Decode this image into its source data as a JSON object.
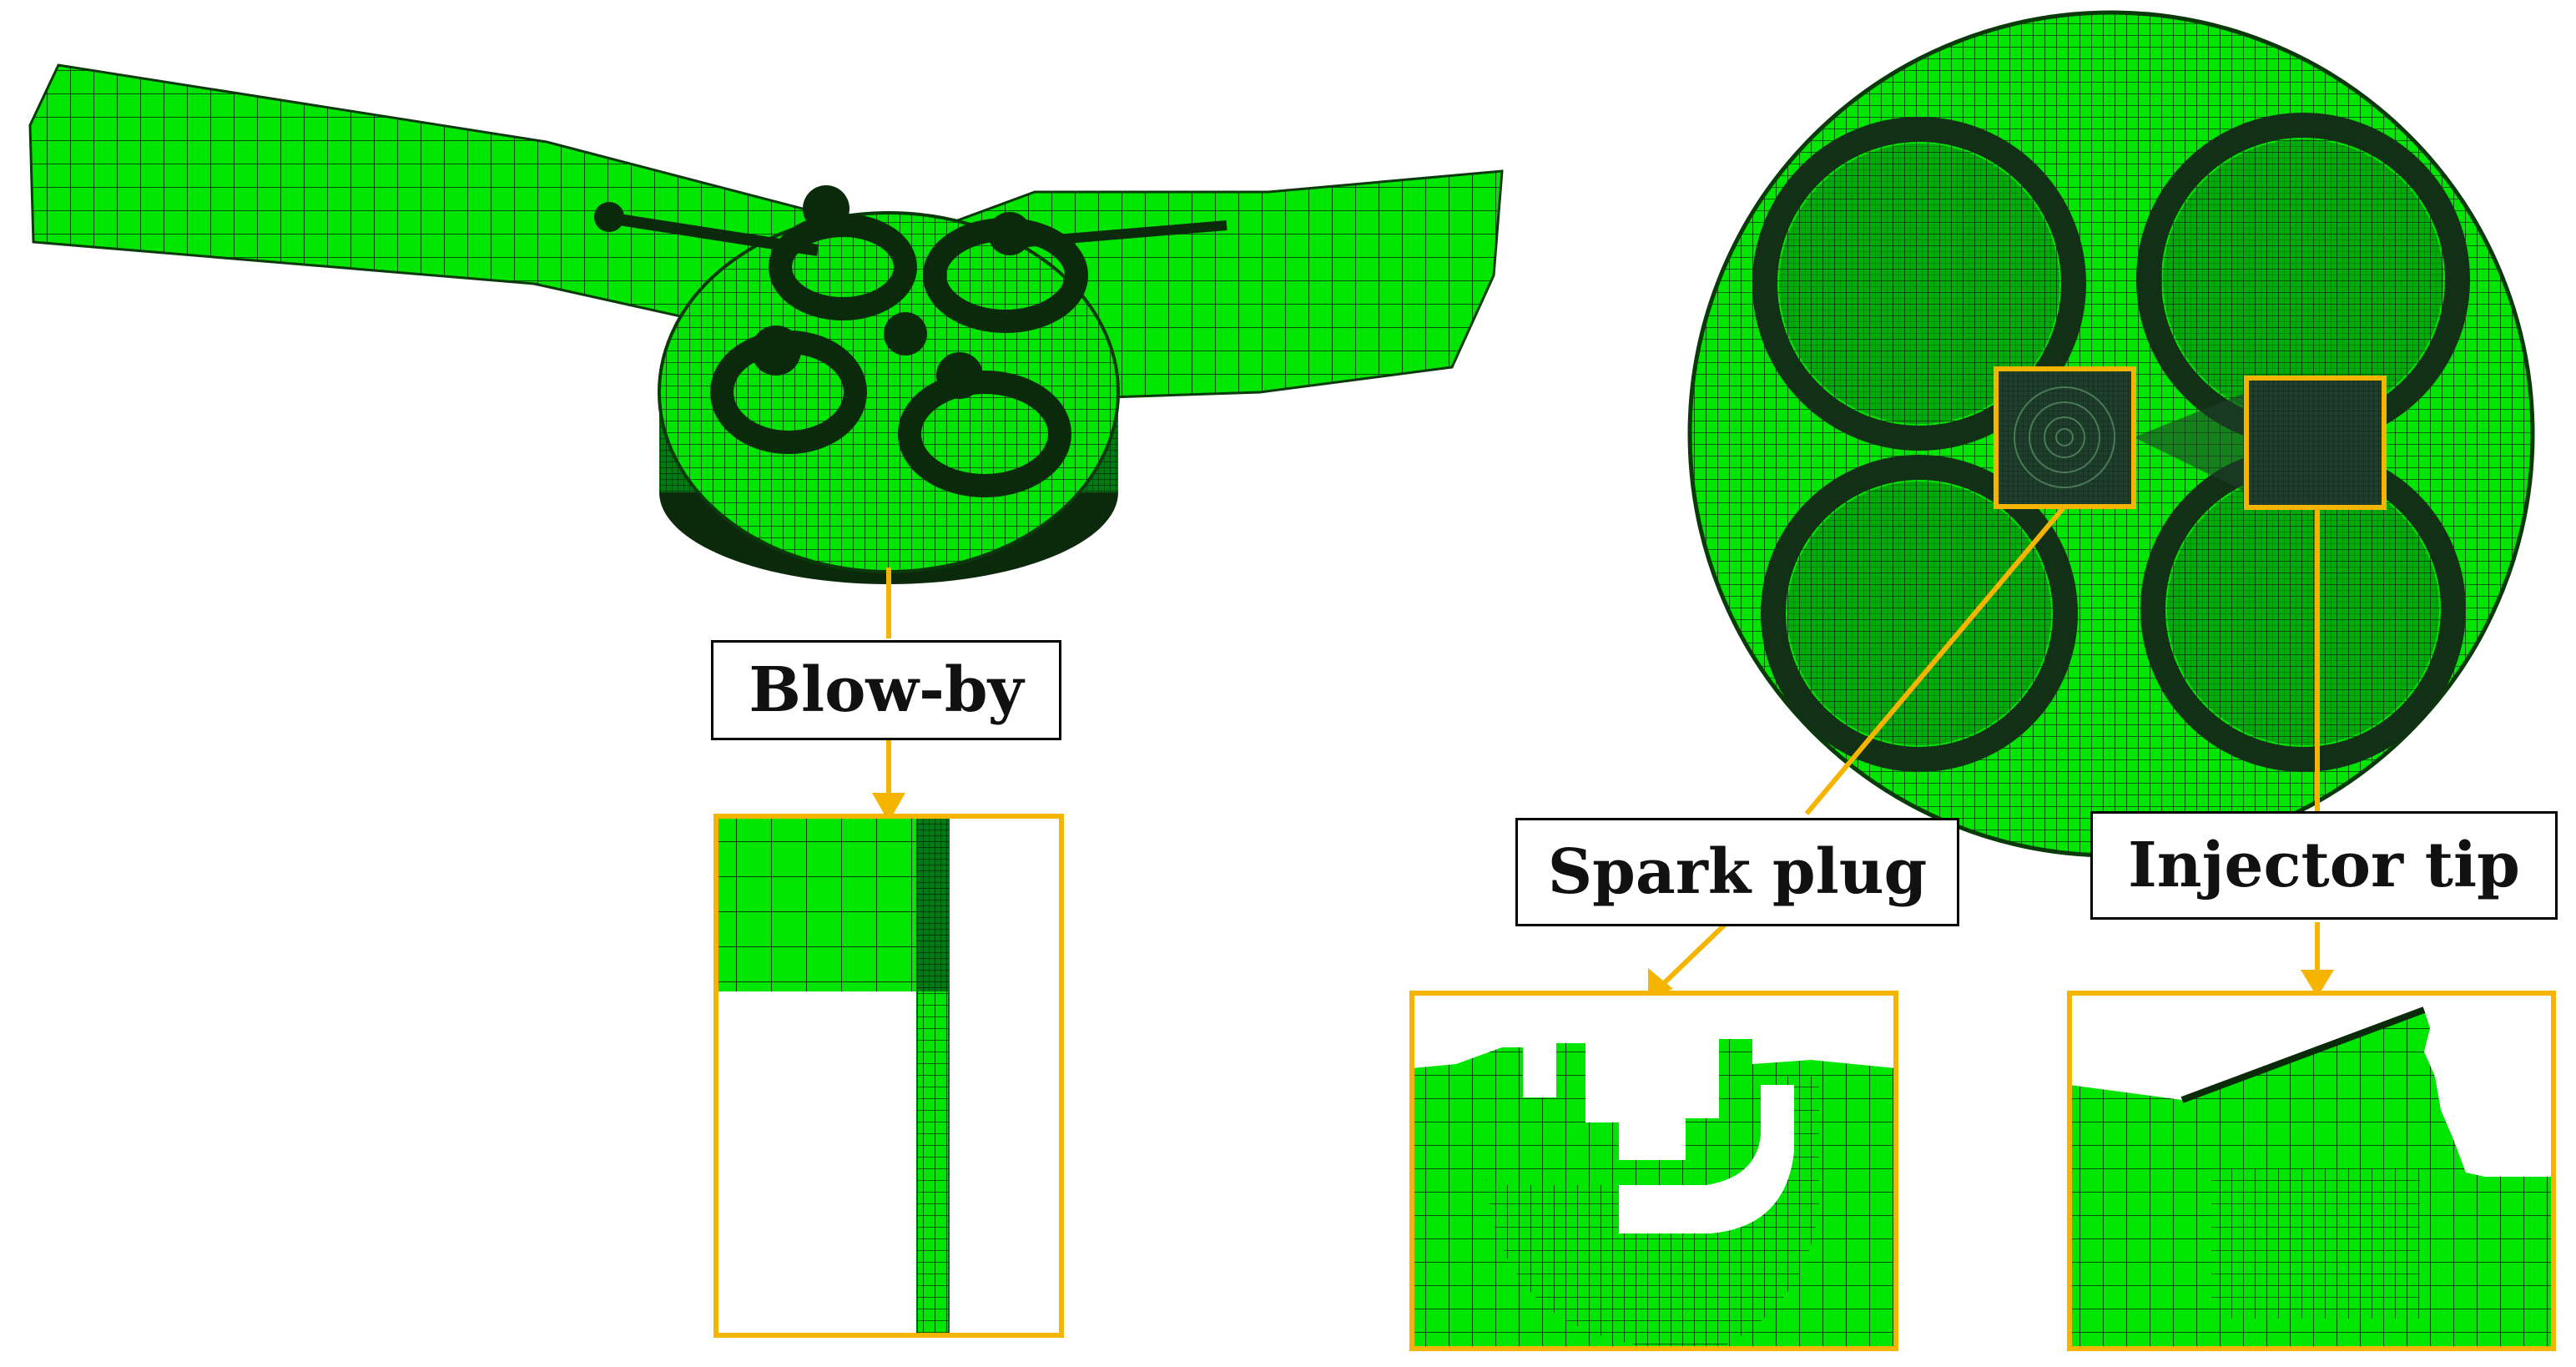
{
  "labels": {
    "blow_by": "Blow-by",
    "spark_plug": "Spark plug",
    "injector_tip": "Injector tip"
  },
  "colors": {
    "mesh_green": "#00e600",
    "mesh_line": "#0a3a0a",
    "mesh_dark": "#1f3f2c",
    "callout": "#f5b400",
    "label_border": "#000000"
  }
}
